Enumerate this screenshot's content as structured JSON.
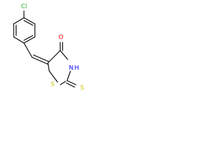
{
  "molecule": {
    "atoms": {
      "chlorine": {
        "label": "Cl",
        "color": "#27b327"
      },
      "carbonyl_oxygen": {
        "label": "O",
        "color": "#ff0000"
      },
      "ring_nitrogen": {
        "label": "N",
        "color": "#0000ff"
      },
      "ring_nitrogen_hydrogen": {
        "label": "H",
        "color": "#0000ff"
      },
      "ring_sulfur": {
        "label": "S",
        "color": "#c6c600"
      },
      "thione_sulfur": {
        "label": "S",
        "color": "#c6c600"
      }
    },
    "bond_color": "#000000",
    "background_color": "#ffffff"
  }
}
